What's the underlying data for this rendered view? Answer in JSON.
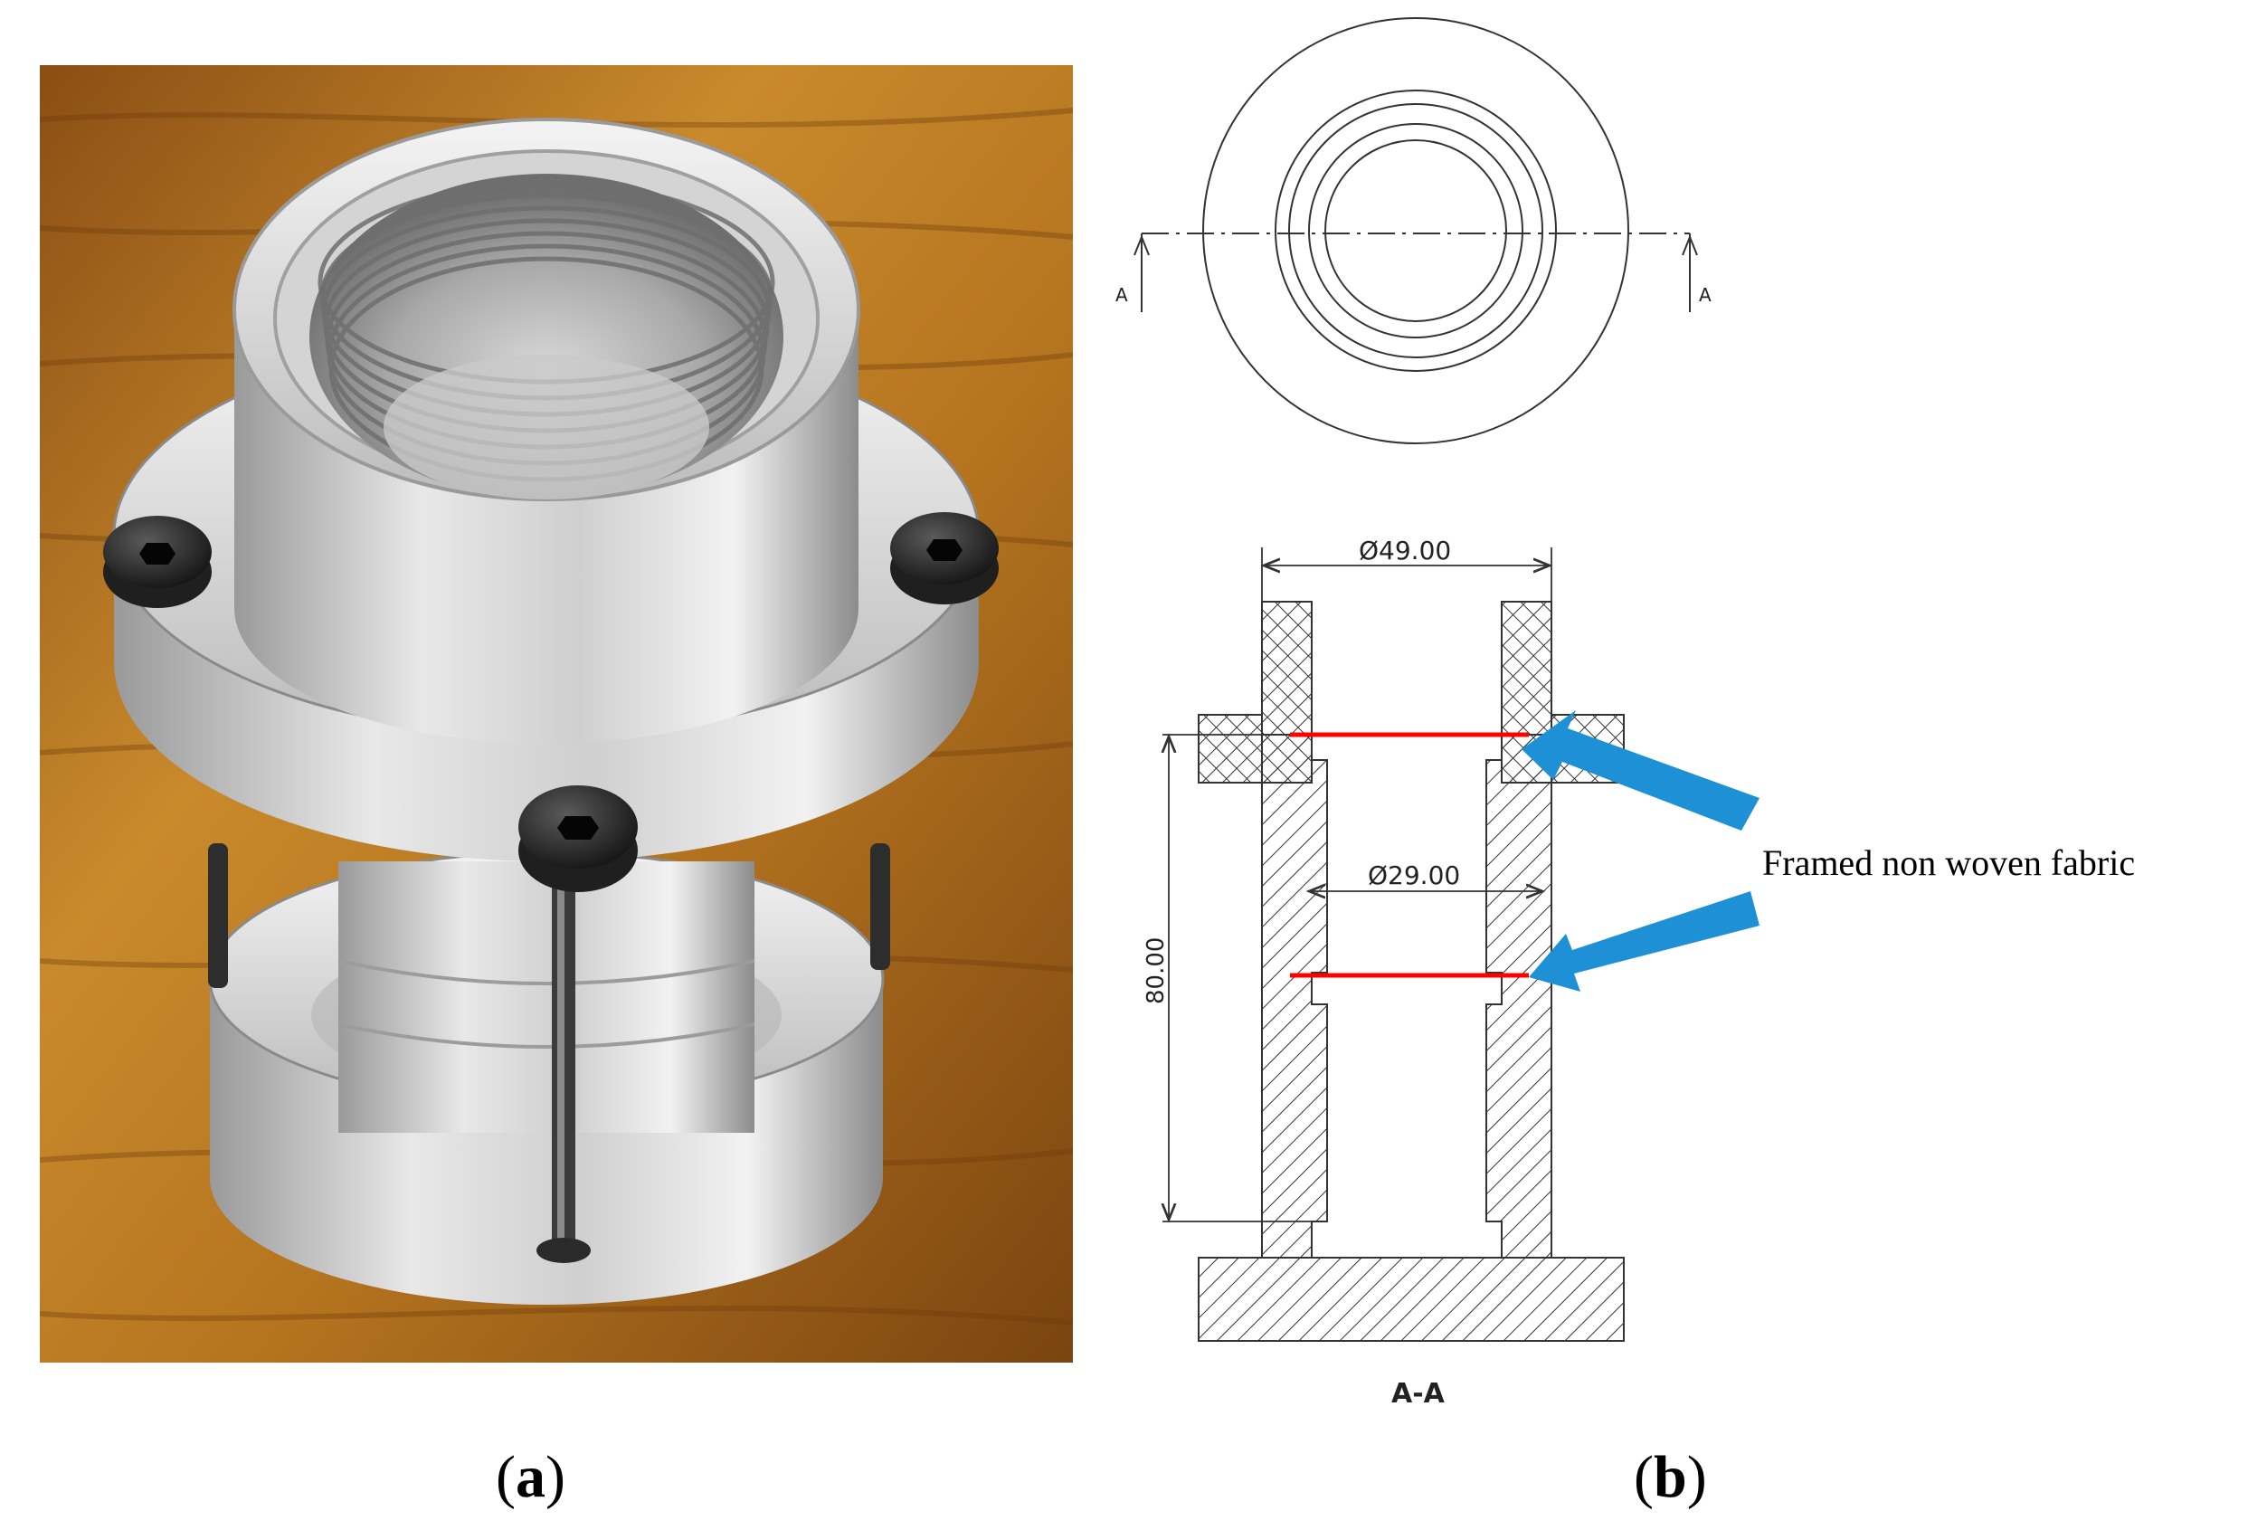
{
  "panels": {
    "a": {
      "caption_open": "(",
      "caption_letter": "a",
      "caption_close": ")"
    },
    "b": {
      "caption_open": "(",
      "caption_letter": "b",
      "caption_close": ")"
    }
  },
  "drawing": {
    "section_mark_left": "A",
    "section_mark_right": "A",
    "dim_outer_diameter": "Ø49.00",
    "dim_inner_diameter": "Ø29.00",
    "dim_height": "80.00",
    "section_label": "A-A",
    "annotation": "Framed non woven fabric"
  },
  "colors": {
    "wood_light": "#c98a2c",
    "wood_dark": "#7a4410",
    "aluminum_light": "#e6e6e6",
    "aluminum_dark": "#8c8c8c",
    "fabric_line": "#ff0000",
    "arrow_blue": "#1e90d6",
    "drawing_line": "#333333"
  }
}
